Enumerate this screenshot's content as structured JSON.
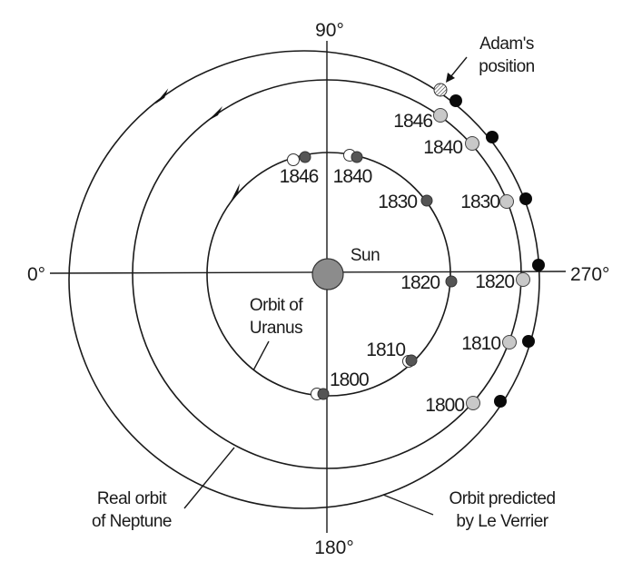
{
  "axes": {
    "top": "90°",
    "left": "0°",
    "right": "270°",
    "bottom": "180°"
  },
  "sun_label": "Sun",
  "uranus": {
    "orbit_label_line1": "Orbit of",
    "orbit_label_line2": "Uranus",
    "years": [
      "1846",
      "1840",
      "1830",
      "1820",
      "1810",
      "1800"
    ]
  },
  "neptune_real": {
    "label_line1": "Real orbit",
    "label_line2": "of Neptune",
    "years": [
      "1846",
      "1840",
      "1830",
      "1820",
      "1810",
      "1800"
    ]
  },
  "le_verrier": {
    "label_line1": "Orbit predicted",
    "label_line2": "by Le Verrier"
  },
  "adams": {
    "label_line1": "Adam's",
    "label_line2": "position"
  },
  "colors": {
    "uranus_dot": "#555555",
    "neptune_dot": "#c8c8c8",
    "le_verrier_dot": "#0a0a0a",
    "sun": "#8c8c8c"
  }
}
